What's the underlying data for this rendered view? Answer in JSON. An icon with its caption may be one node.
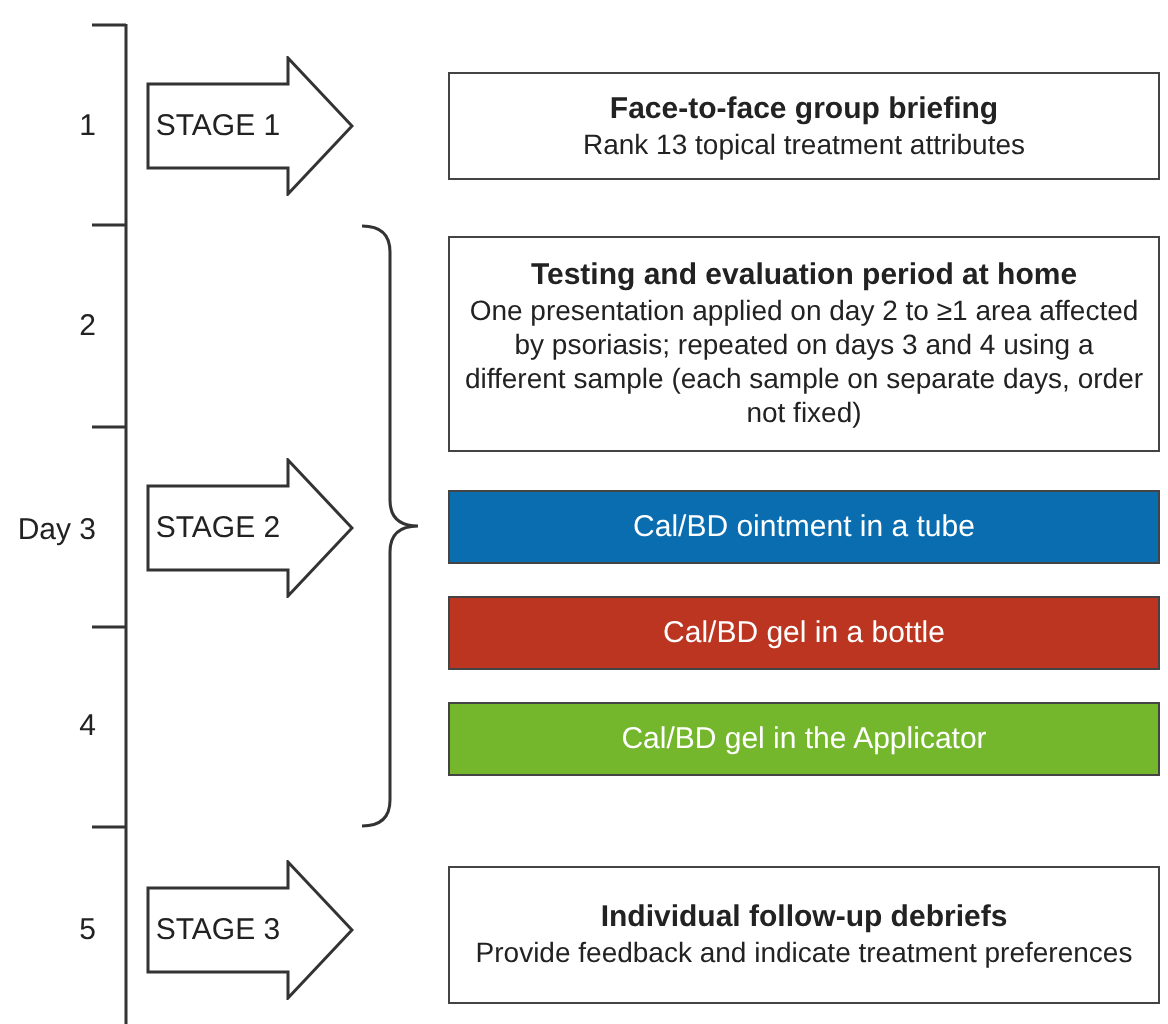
{
  "diagram": {
    "nodes": [
      {
        "text": [
          "STAGE 1"
        ]
      },
      {
        "text": [
          "Face-to-face group briefing",
          "Rank 13 topical treatment attributes"
        ]
      },
      {
        "text": [
          "STAGE 2"
        ]
      },
      {
        "text": [
          "Testing and evaluation period at home",
          "One presentation applied on day 2 to ≥1 area affected by psoriasis; repeated on days 3 and 4 using a different sample (each sample on separate days, order not fixed)"
        ]
      },
      {
        "text": [
          "Cal/BD ointment in a tube"
        ]
      },
      {
        "text": [
          "Cal/BD gel in a bottle"
        ]
      },
      {
        "text": [
          "Cal/BD gel in the Applicator"
        ]
      },
      {
        "text": [
          "STAGE 3"
        ]
      },
      {
        "text": [
          "Individual follow-up debriefs",
          "Provide feedback and indicate treatment preferences"
        ]
      }
    ],
    "labels": [
      "1",
      "2",
      "Day 3",
      "4",
      "5"
    ]
  }
}
